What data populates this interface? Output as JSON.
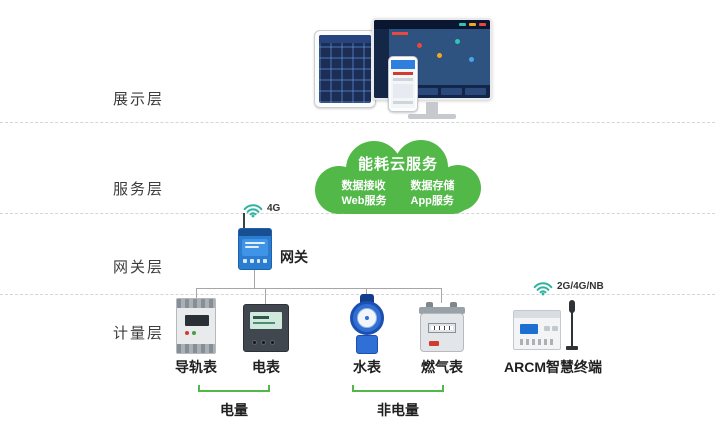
{
  "diagram": {
    "layers": [
      {
        "label": "展示层"
      },
      {
        "label": "服务层"
      },
      {
        "label": "网关层"
      },
      {
        "label": "计量层"
      }
    ],
    "cloud": {
      "title": "能耗云服务",
      "left_items": [
        "数据接收",
        "Web服务"
      ],
      "right_items": [
        "数据存储",
        "App服务"
      ]
    },
    "gateway": {
      "label": "网关",
      "connectivity": "4G"
    },
    "meters": {
      "items": [
        "导轨表",
        "电表",
        "水表",
        "燃气表",
        "ARCM智慧终端"
      ],
      "arcm_connectivity": "2G/4G/NB"
    },
    "groups": [
      {
        "label": "电量"
      },
      {
        "label": "非电量"
      }
    ],
    "colors": {
      "cloud_green": "#52b848",
      "wifi_teal": "#2fb3a0",
      "gateway_blue": "#2a7dd1",
      "water_blue": "#2f6fd6"
    }
  }
}
